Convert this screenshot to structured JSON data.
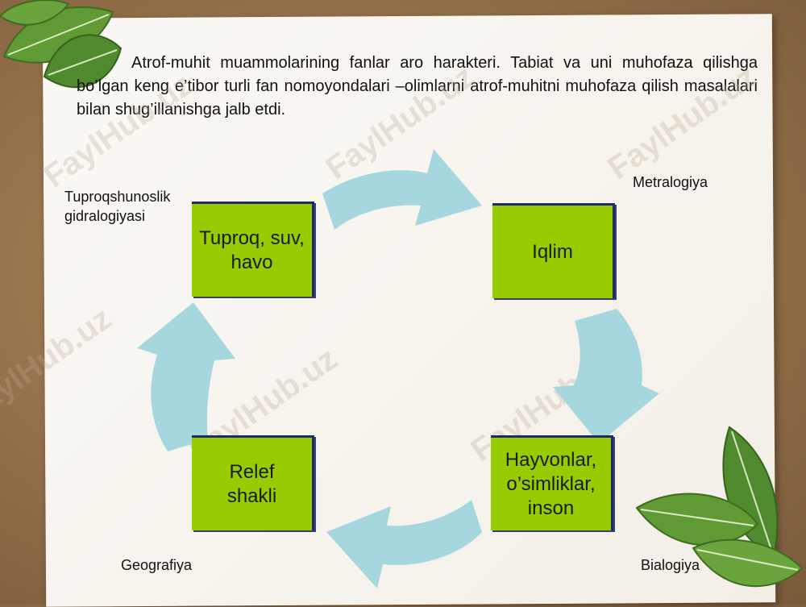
{
  "intro_text": "Atrof-muhit muammolarining fanlar aro harakteri. Tabiat va uni muhofaza qilishga bo’lgan keng e’tibor turli fan nomoyondalari –olimlarni atrof-muhitni muhofaza qilish masalalari bilan shug’illanishga jalb etdi.",
  "watermark": "FaylHub.uz",
  "nodes": {
    "top_left": "Tuproq, suv,\nhavo",
    "top_right": "Iqlim",
    "bottom_right": "Hayvonlar,\no’simliklar,\ninson",
    "bottom_left": "Relef\nshakli"
  },
  "labels": {
    "top_left": "Tuproqshunoslik\ngidralogiyasi",
    "top_right": "Metralogiya",
    "bottom_left": "Geografiya",
    "bottom_right": "Bialogiya"
  },
  "colors": {
    "box_fill": "#99cc00",
    "box_border": "#1f2a6b",
    "arrow_fill": "#a7d7de",
    "leaf_green": "#4f8a2e"
  }
}
